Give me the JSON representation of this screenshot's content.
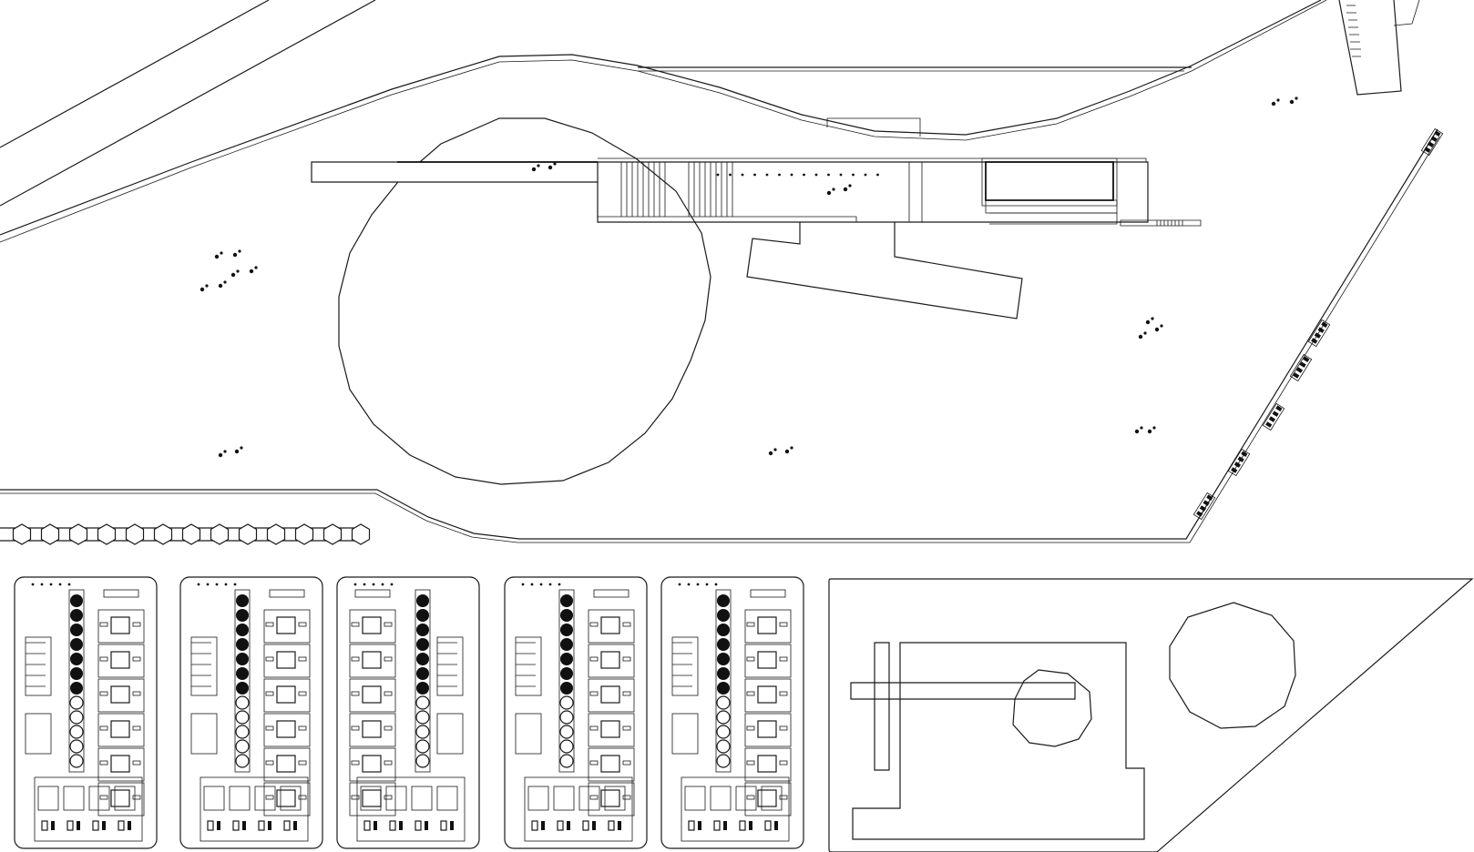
{
  "drawing": {
    "kind": "site plan",
    "labels": []
  },
  "colors": {
    "water": "#7ed6f7",
    "line": "#1a1a1a",
    "background": "#ffffff"
  },
  "legend": {
    "water_bodies": 2,
    "housing_blocks": 5,
    "pavilion_lots": 1
  }
}
